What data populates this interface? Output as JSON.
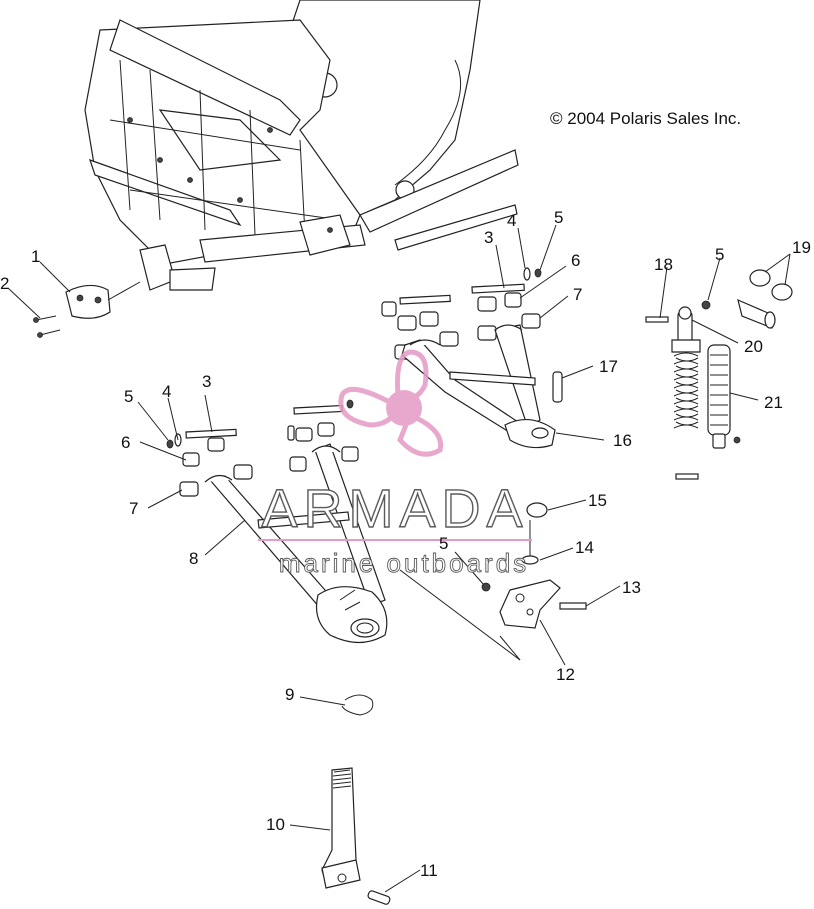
{
  "copyright": "© 2004 Polaris Sales Inc.",
  "watermark": {
    "brand": "ARMADA",
    "tagline": "marine outboards",
    "accent_color": "#e59ac6"
  },
  "callouts": [
    {
      "id": "c1",
      "text": "1"
    },
    {
      "id": "c2",
      "text": "2"
    },
    {
      "id": "c3a",
      "text": "3"
    },
    {
      "id": "c4a",
      "text": "4"
    },
    {
      "id": "c5a",
      "text": "5"
    },
    {
      "id": "c6a",
      "text": "6"
    },
    {
      "id": "c7a",
      "text": "7"
    },
    {
      "id": "c3b",
      "text": "3"
    },
    {
      "id": "c4b",
      "text": "4"
    },
    {
      "id": "c5b",
      "text": "5"
    },
    {
      "id": "c6b",
      "text": "6"
    },
    {
      "id": "c7b",
      "text": "7"
    },
    {
      "id": "c8",
      "text": "8"
    },
    {
      "id": "c9",
      "text": "9"
    },
    {
      "id": "c10",
      "text": "10"
    },
    {
      "id": "c11",
      "text": "11"
    },
    {
      "id": "c12",
      "text": "12"
    },
    {
      "id": "c13",
      "text": "13"
    },
    {
      "id": "c14",
      "text": "14"
    },
    {
      "id": "c15",
      "text": "15"
    },
    {
      "id": "c16",
      "text": "16"
    },
    {
      "id": "c17",
      "text": "17"
    },
    {
      "id": "c18",
      "text": "18"
    },
    {
      "id": "c5c",
      "text": "5"
    },
    {
      "id": "c19",
      "text": "19"
    },
    {
      "id": "c20",
      "text": "20"
    },
    {
      "id": "c21",
      "text": "21"
    },
    {
      "id": "c5d",
      "text": "5"
    }
  ]
}
